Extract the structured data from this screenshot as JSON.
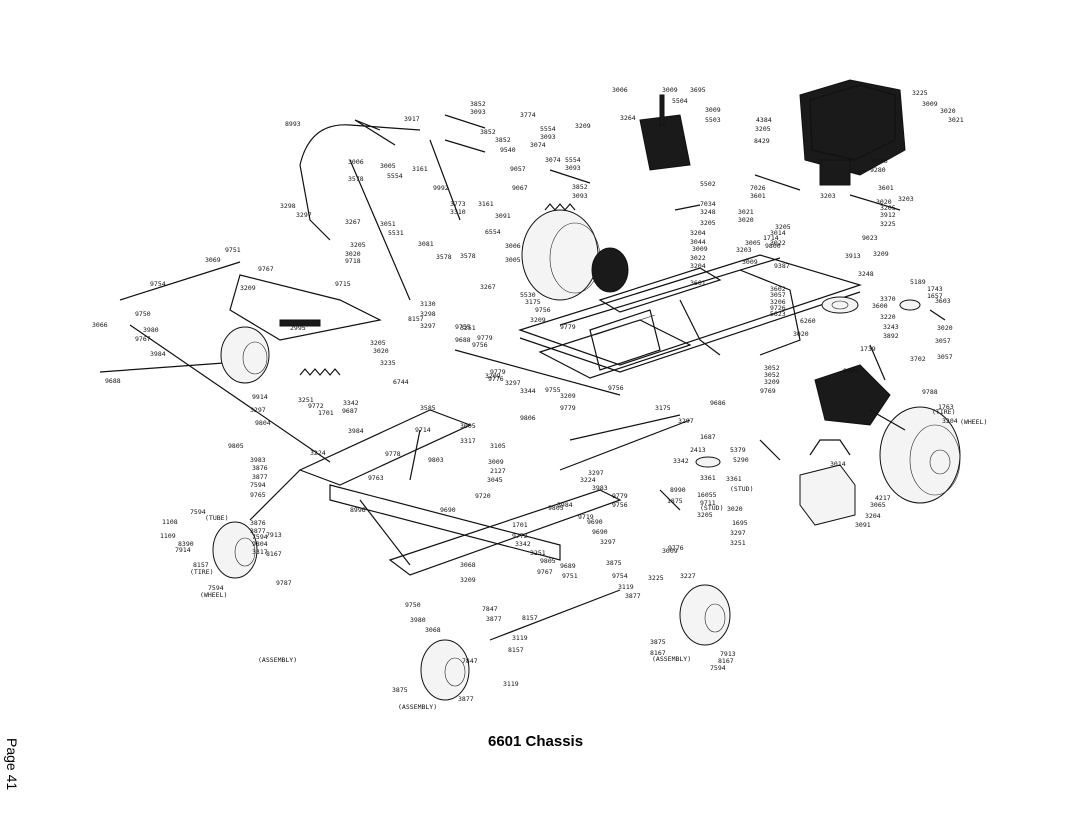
{
  "caption": "6601 Chassis",
  "page_label": "Page 41",
  "callouts": [
    "3006",
    "3009",
    "3695",
    "5504",
    "3009",
    "5503",
    "3093",
    "3852",
    "3774",
    "5554",
    "3093",
    "3074",
    "3209",
    "3264",
    "3917",
    "8993",
    "3852",
    "9540",
    "3852",
    "9057",
    "3006",
    "3005",
    "3578",
    "3161",
    "5554",
    "3074",
    "5554",
    "3093",
    "9992",
    "9067",
    "3852",
    "3093",
    "5502",
    "7034",
    "3248",
    "3205",
    "3773",
    "3310",
    "3161",
    "3091",
    "3051",
    "5531",
    "6554",
    "3578",
    "3081",
    "3298",
    "3297",
    "3205",
    "3020",
    "9718",
    "9751",
    "9715",
    "3069",
    "3209",
    "9767",
    "9754",
    "3066",
    "9750",
    "3980",
    "9767",
    "3984",
    "9688",
    "2995",
    "3130",
    "3298",
    "3297",
    "3267",
    "8157",
    "3578",
    "3267",
    "3006",
    "3005",
    "5530",
    "3175",
    "9756",
    "3209",
    "9779",
    "3251",
    "9779",
    "9756",
    "9755",
    "9688",
    "3205",
    "3020",
    "3235",
    "6744",
    "3209",
    "9779",
    "3297",
    "3344",
    "9776",
    "9914",
    "3251",
    "9772",
    "1701",
    "3297",
    "3342",
    "9687",
    "9804",
    "3984",
    "3585",
    "3005",
    "9714",
    "3317",
    "3105",
    "9778",
    "9803",
    "3009",
    "2127",
    "3045",
    "9720",
    "9805",
    "3224",
    "3983",
    "3876",
    "3877",
    "7594",
    "9765",
    "8996",
    "9763",
    "9690",
    "9805",
    "9806",
    "9779",
    "3209",
    "9755",
    "9756",
    "3175",
    "9686",
    "3297",
    "1687",
    "2413",
    "3342",
    "5379",
    "5290",
    "3361",
    "3361",
    "8990",
    "1875",
    "16055",
    "9711",
    "3020",
    "3205",
    "1695",
    "3297",
    "3251",
    "9776",
    "9779",
    "9756",
    "3297",
    "3224",
    "3983",
    "3876",
    "3877",
    "7594",
    "9804",
    "3317",
    "3984",
    "9719",
    "9690",
    "9690",
    "3297",
    "1701",
    "9772",
    "3342",
    "3251",
    "9805",
    "9689",
    "9767",
    "3068",
    "3209",
    "9751",
    "9754",
    "3875",
    "3119",
    "3877",
    "8157",
    "1108",
    "1109",
    "8390",
    "7914",
    "7594",
    "8157",
    "7594",
    "7913",
    "8167",
    "9787",
    "9750",
    "3980",
    "3068",
    "7847",
    "3877",
    "3119",
    "8157",
    "3875",
    "7847",
    "3877",
    "3119",
    "8167",
    "3875",
    "7913",
    "8167",
    "7594",
    "3225",
    "3227",
    "3009",
    "3225",
    "3009",
    "3020",
    "3021",
    "4384",
    "3205",
    "8429",
    "8876",
    "9280",
    "3601",
    "3203",
    "3020",
    "3205",
    "3912",
    "3225",
    "9023",
    "7026",
    "3601",
    "3203",
    "3021",
    "3020",
    "3205",
    "3014",
    "3022",
    "3204",
    "3044",
    "3009",
    "3022",
    "3204",
    "3601",
    "3005",
    "3203",
    "3009",
    "1714",
    "9800",
    "9387",
    "3913",
    "3209",
    "3248",
    "5189",
    "1743",
    "1657",
    "3370",
    "3603",
    "3600",
    "3602",
    "3057",
    "3206",
    "9726",
    "5623",
    "6260",
    "3220",
    "3892",
    "1739",
    "3020",
    "3243",
    "3020",
    "3057",
    "3702",
    "3057",
    "3052",
    "3052",
    "3209",
    "9769",
    "9905",
    "9788",
    "1763",
    "3204",
    "3014",
    "4217",
    "3065",
    "3204",
    "3091"
  ],
  "callout_qualifiers": [
    "(TUBE)",
    "(TIRE)",
    "(WHEEL)",
    "(ASSEMBLY)",
    "(ASSEMBLY)",
    "(ASSEMBLY)",
    "(TIRE)",
    "(WHEEL)",
    "(STUD)",
    "(STUD)"
  ]
}
